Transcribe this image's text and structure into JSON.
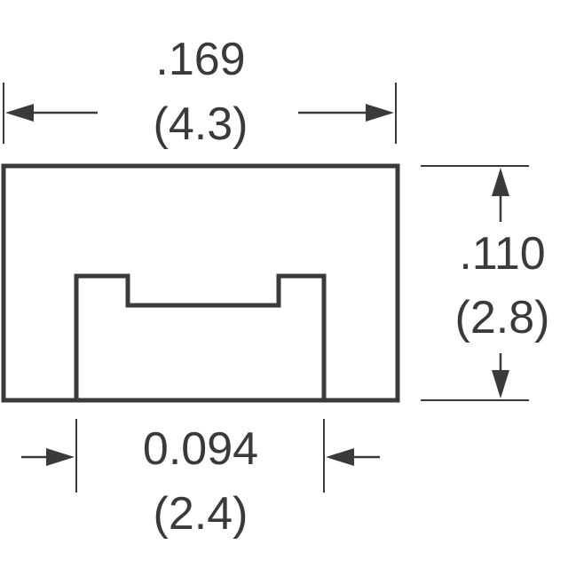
{
  "colors": {
    "ink": "#3a3a3a",
    "background": "#ffffff"
  },
  "dimensions": {
    "width": {
      "inches": ".169",
      "mm": "(4.3)"
    },
    "height": {
      "inches": ".110",
      "mm": "(2.8)"
    },
    "terminal_span": {
      "inches": "0.094",
      "mm": "(2.4)"
    }
  }
}
